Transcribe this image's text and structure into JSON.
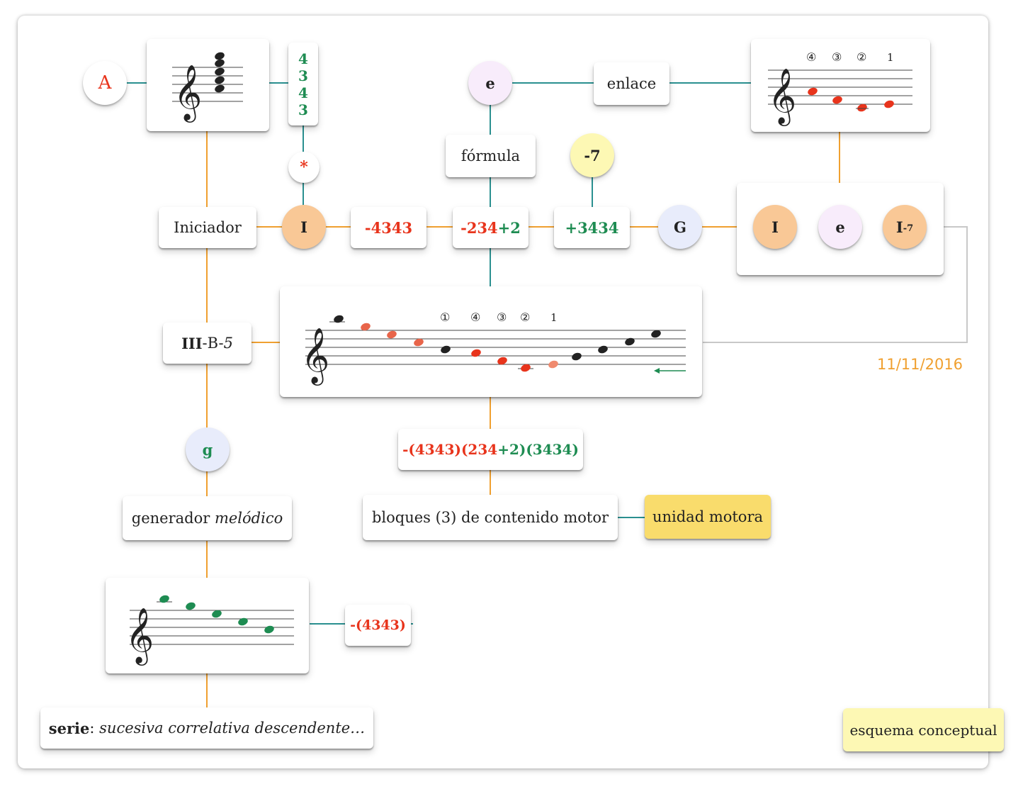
{
  "circles": {
    "A": "A",
    "e_top": "e",
    "minus7": "-7",
    "star": "*",
    "I_main": "I",
    "G": "G",
    "I_right": "I",
    "e_right": "e",
    "I7_base": "I",
    "I7_sub": "-7",
    "g": "g"
  },
  "chord_digits": [
    "4",
    "3",
    "4",
    "3"
  ],
  "labels": {
    "enlace": "enlace",
    "formula": "fórmula",
    "iniciador": "Iniciador",
    "block1": "-4343",
    "block2_red": "-234",
    "block2_green": "+2",
    "block3": "+3434",
    "iii_bold": "III",
    "iii_rest": "-B-",
    "iii_italic": "5",
    "motor_seq_red1": "-(4343)",
    "motor_seq_red2": "(234",
    "motor_seq_green1": "+2)",
    "motor_seq_green2": "(3434)",
    "generador_plain": "generador",
    "generador_italic": "melódico",
    "bloques": "bloques (3) de contenido motor",
    "unidad": "unidad motora",
    "small_block": "-(4343)",
    "serie_bold": "serie",
    "serie_colon": ": ",
    "serie_italic": "sucesiva correlativa descendente…",
    "esquema": "esquema conceptual",
    "date": "11/11/2016"
  },
  "staff_top_right_marks": [
    "④",
    "③",
    "②",
    "1"
  ],
  "staff_main_marks": [
    "①",
    "④",
    "③",
    "②",
    "1"
  ],
  "colors": {
    "orange_line": "#f0a030",
    "teal_line": "#2a9090",
    "gray_line": "#c8c8c8",
    "red": "#e8341c",
    "green": "#1e8c52",
    "orange_circle": "#f9c896",
    "lavender_circle": "#e8ecfb",
    "pink_circle": "#f8ecfb",
    "yellow_circle": "#fdf8b4",
    "unidad_yellow": "#f9dc6c"
  }
}
